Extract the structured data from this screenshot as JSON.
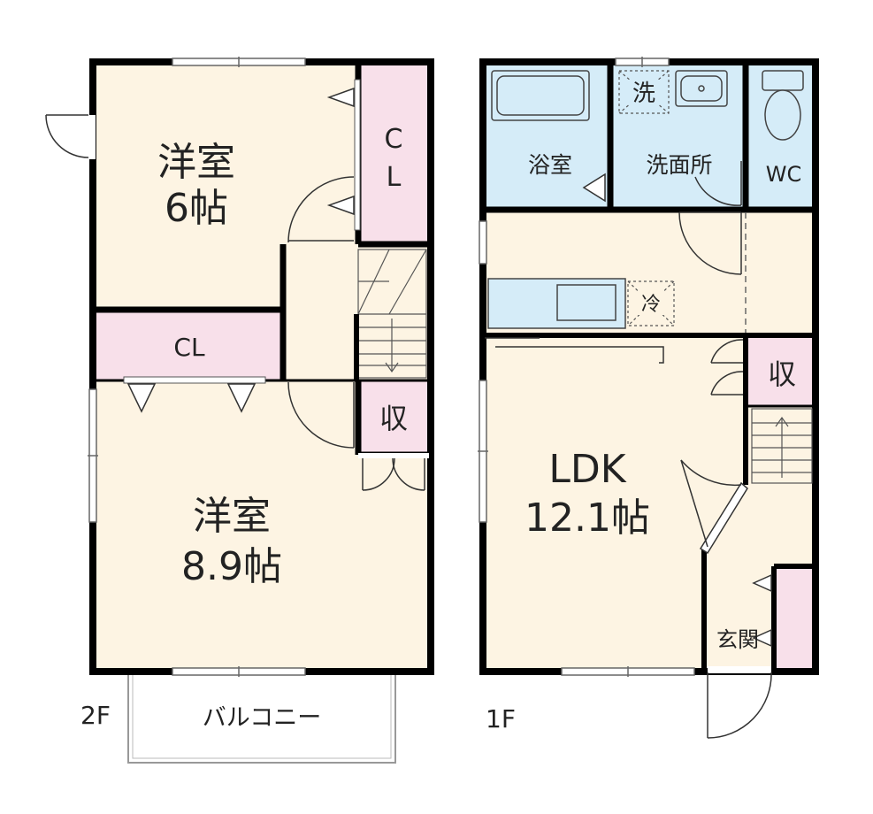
{
  "floors": {
    "second": {
      "floor_label": "2F",
      "rooms": {
        "western6": {
          "name": "洋室",
          "size": "6帖"
        },
        "cl_vertical": {
          "line1": "C",
          "line2": "L"
        },
        "cl_horizontal": {
          "name": "CL"
        },
        "storage": {
          "name": "収"
        },
        "western89": {
          "name": "洋室",
          "size": "8.9帖"
        },
        "balcony": {
          "name": "バルコニー"
        }
      }
    },
    "first": {
      "floor_label": "1F",
      "rooms": {
        "bath": {
          "name": "浴室"
        },
        "washroom": {
          "name": "洗面所"
        },
        "washer": {
          "name": "洗"
        },
        "wc": {
          "name": "WC"
        },
        "fridge": {
          "name": "冷"
        },
        "storage": {
          "name": "収"
        },
        "ldk": {
          "name": "LDK",
          "size": "12.1帖"
        },
        "entrance": {
          "name": "玄関"
        }
      }
    }
  },
  "colors": {
    "room_floor": "#fdf4e3",
    "closet": "#f8e0ea",
    "wet_area": "#d5ecf8",
    "wall": "#000000"
  }
}
